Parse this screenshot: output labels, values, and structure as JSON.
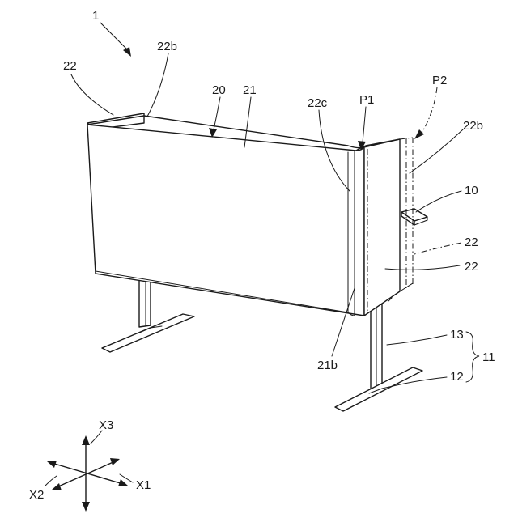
{
  "figure": {
    "labels": {
      "assembly": "1",
      "panel_unit": "20",
      "main_panel": "21",
      "side_panel_left": "22",
      "left_edge": "22b",
      "corner_edge": "22c",
      "position_p1": "P1",
      "position_p2": "P2",
      "right_edge": "22b",
      "desktop": "10",
      "side_panel_alt": "22",
      "side_panel_right": "22",
      "panel_bottom": "21b",
      "leg_post": "13",
      "leg_foot": "12",
      "leg_assembly": "11"
    },
    "axes": {
      "x1": "X1",
      "x2": "X2",
      "x3": "X3"
    }
  }
}
